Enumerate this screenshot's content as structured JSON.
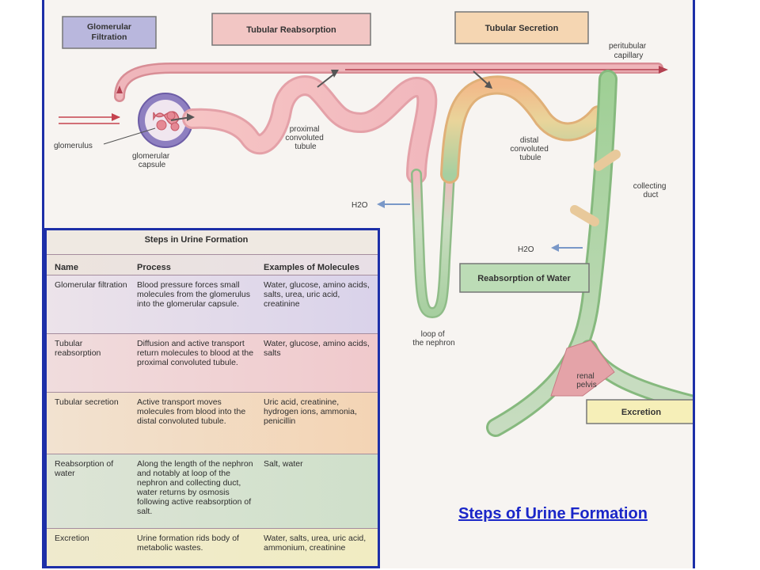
{
  "banners": {
    "glomerular_filtration": "Glomerular Filtration",
    "tubular_reabsorption": "Tubular Reabsorption",
    "tubular_secretion": "Tubular Secretion",
    "reabsorption_of_water": "Reabsorption of Water",
    "excretion": "Excretion"
  },
  "labels": {
    "peritubular_capillary": [
      "peritubular",
      "capillary"
    ],
    "glomerulus": "glomerulus",
    "glomerular_capsule": [
      "glomerular",
      "capsule"
    ],
    "proximal_convoluted_tubule": [
      "proximal",
      "convoluted",
      "tubule"
    ],
    "distal_convoluted_tubule": [
      "distal",
      "convoluted",
      "tubule"
    ],
    "collecting_duct": [
      "collecting",
      "duct"
    ],
    "loop_of_nephron": [
      "loop of",
      "the nephron"
    ],
    "renal_pelvis": [
      "renal",
      "pelvis"
    ],
    "h2o": "H2O"
  },
  "colors": {
    "capillary": "#e9a4aa",
    "tubule": "#f4c2c2",
    "distal": "#f2c88a",
    "collecting": "#b8d8b0",
    "border": "#1d2fa8",
    "arrow": "#7a98c8"
  },
  "table": {
    "title": "Steps in Urine Formation",
    "headers": {
      "name": "Name",
      "process": "Process",
      "examples": "Examples of Molecules"
    },
    "rows": [
      {
        "name": "Glomerular filtration",
        "process": "Blood pressure forces small molecules from the glomerulus into the glomerular capsule.",
        "examples": "Water, glucose, amino acids, salts, urea, uric acid, creatinine"
      },
      {
        "name": "Tubular reabsorption",
        "process": "Diffusion and active transport return molecules to blood at the proximal convoluted tubule.",
        "examples": "Water, glucose, amino acids, salts"
      },
      {
        "name": "Tubular secretion",
        "process": "Active transport moves molecules from blood into the distal convoluted tubule.",
        "examples": "Uric acid, creatinine, hydrogen ions, ammonia, penicillin"
      },
      {
        "name": "Reabsorption of water",
        "process": "Along the length of the nephron and notably at loop of the nephron and collecting duct, water returns by osmosis following active reabsorption of salt.",
        "examples": "Salt, water"
      },
      {
        "name": "Excretion",
        "process": "Urine formation rids body of metabolic wastes.",
        "examples": "Water, salts, urea, uric acid, ammonium, creatinine"
      }
    ]
  },
  "caption": "Steps of Urine Formation"
}
